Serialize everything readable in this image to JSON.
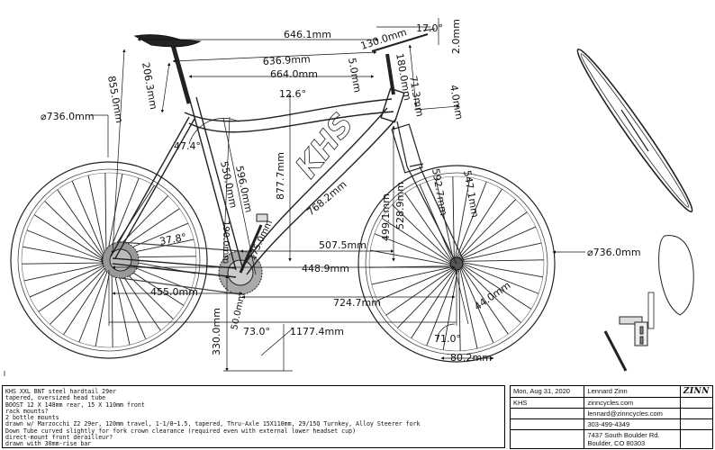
{
  "dimensions": {
    "reach_top": "646.1mm",
    "stem_length": "130.0mm",
    "stem_angle": "17.0°",
    "stem_spacer": "2.0mm",
    "effective_top_tube": "636.9mm",
    "seat_tube_extension": "206.3mm",
    "horizontal_top_tube": "664.0mm",
    "spacer_stack": "5.0mm",
    "headset_stack": "180.0mm",
    "head_tube_length": "71.3mm",
    "top_cap": "4.0mm",
    "top_tube_angle": "12.6°",
    "saddle_height": "855.0mm",
    "wheel_diameter_rear": "⌀736.0mm",
    "seat_tube_angle": "47.4°",
    "seat_tube_length_c": "550.0mm",
    "seat_tube_length_a": "596.0mm",
    "stack_height": "877.7mm",
    "down_tube": "768.2mm",
    "fork_length_a": "592.7mm",
    "fork_length_b": "547.1mm",
    "fork_axle_crown": "499.1mm",
    "fork_crown": "528.9mm",
    "chainstay_vertical": "190.0mm",
    "crank_length": "175.0mm",
    "chainstay_angle": "37.8°",
    "front_center_upper": "507.5mm",
    "wheel_diameter_front": "⌀736.0mm",
    "front_center": "448.9mm",
    "chainstay_length": "455.0mm",
    "head_tube_offset": "44.0mm",
    "bb_drop": "50.0mm",
    "front_to_bb": "724.7mm",
    "bb_height": "330.0mm",
    "head_angle_main": "73.0°",
    "wheelbase": "1177.4mm",
    "head_tube_angle": "71.0°",
    "fork_offset": "80.2mm",
    "frame_brand": "KHS"
  },
  "notes": [
    "KHS XXL BNT steel hardtail 29er",
    "  tapered, oversized head tube",
    "  BOOST 12 X 148mm rear, 15 X 110mm front",
    "  rack mounts?",
    "  2 bottle mounts",
    "  drawn w/ Marzocchi  Z2 29er, 120mm travel, 1-1/8~1.5, tapered, Thru-Axle 15X110mm, 29/15Q Turnkey, Alloy Steerer fork",
    "  Down Tube curved slightly for fork crown clearance (required even with external lower headset cup)",
    "  direct-mount front derailleur?",
    "  drawn with 30mm-rise bar"
  ],
  "title_block": {
    "date": "Mon, Aug 31, 2020",
    "designer": "Lennard Zinn",
    "logo": "ZINN",
    "project": "KHS",
    "website": "zinncycles.com",
    "email": "lennard@zinncycles.com",
    "phone": "303-499-4349",
    "address_1": "7437 South Boulder Rd.",
    "address_2": "Boulder, CO 80303"
  }
}
